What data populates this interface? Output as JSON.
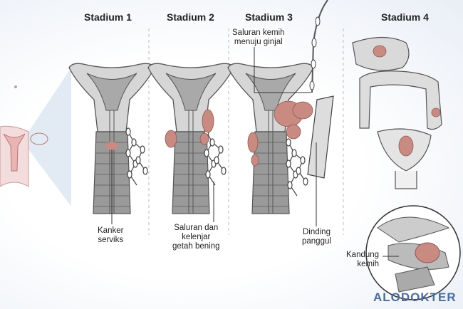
{
  "stages": [
    {
      "title": "Stadium 1"
    },
    {
      "title": "Stadium 2"
    },
    {
      "title": "Stadium 3"
    },
    {
      "title": "Stadium 4"
    }
  ],
  "labels": {
    "kanker_serviks": [
      "Kanker",
      "serviks"
    ],
    "saluran_kelenjar": [
      "Saluran dan",
      "kelenjar",
      "getah bening"
    ],
    "saluran_kemih": [
      "Saluran kemih",
      "menuju ginjal"
    ],
    "dinding_panggul": [
      "Dinding",
      "panggul"
    ],
    "kandung_kemih": [
      "Kandung",
      "kemih"
    ]
  },
  "brand": {
    "name": "ALODOKTER",
    "color": "#4e6d9a"
  },
  "colors": {
    "tumor": "#c98a82",
    "tissue": "#d9d9d9",
    "outline": "#555555"
  }
}
